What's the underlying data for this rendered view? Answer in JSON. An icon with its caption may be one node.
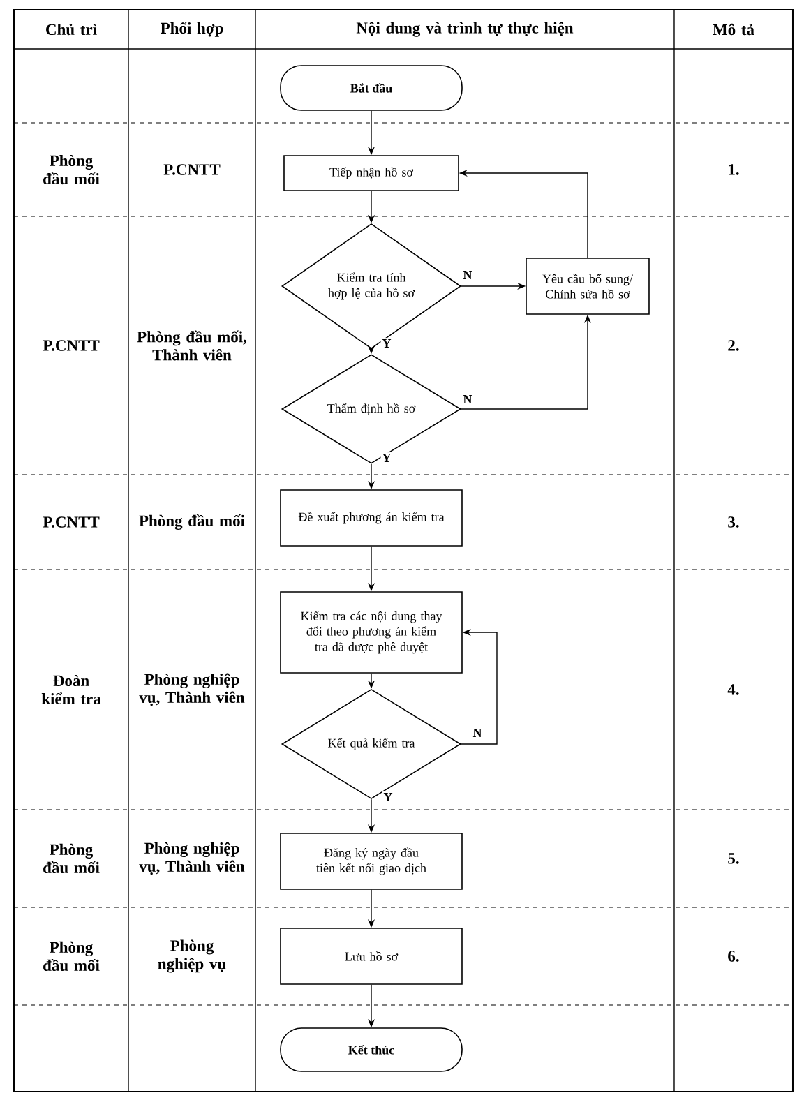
{
  "diagram": {
    "nodes": [
      {
        "text": [
          "Bắt đầu"
        ]
      },
      {
        "text": [
          "Tiếp nhận hồ sơ"
        ]
      },
      {
        "text": [
          "Kiểm tra tính hợp lệ của hồ sơ"
        ]
      },
      {
        "text": [
          "Yêu cầu bổ sung/ Chỉnh sửa hồ sơ"
        ]
      },
      {
        "text": [
          "Thẩm định hồ sơ"
        ]
      },
      {
        "text": [
          "Đề xuất phương án kiểm tra"
        ]
      },
      {
        "text": [
          "Kiểm tra các nội dung thay đổi theo phương án kiểm tra đã được phê duyệt"
        ]
      },
      {
        "text": [
          "Kết quả kiểm tra"
        ]
      },
      {
        "text": [
          "Đăng ký ngày đầu tiên kết nối giao dịch"
        ]
      },
      {
        "text": [
          "Lưu hồ sơ"
        ]
      },
      {
        "text": [
          "Kết thúc"
        ]
      }
    ],
    "edges": [
      {
        "from": 0,
        "to": 1,
        "arrow": "to"
      },
      {
        "from": 1,
        "to": 2,
        "arrow": "to"
      },
      {
        "from": 2,
        "to": 3,
        "arrow": "to",
        "label": "N"
      },
      {
        "from": 2,
        "to": 4,
        "arrow": "to",
        "label": "Y"
      },
      {
        "from": 4,
        "to": 3,
        "arrow": "to",
        "label": "N"
      },
      {
        "from": 3,
        "to": 1,
        "arrow": "to"
      },
      {
        "from": 4,
        "to": 5,
        "arrow": "to",
        "label": "Y"
      },
      {
        "from": 5,
        "to": 6,
        "arrow": "to"
      },
      {
        "from": 6,
        "to": 7,
        "arrow": "to"
      },
      {
        "from": 7,
        "to": 6,
        "arrow": "to",
        "label": "N"
      },
      {
        "from": 7,
        "to": 8,
        "arrow": "to",
        "label": "Y"
      },
      {
        "from": 8,
        "to": 9,
        "arrow": "to"
      },
      {
        "from": 9,
        "to": 10,
        "arrow": "to"
      }
    ],
    "labels": [
      "Chủ trì",
      "Phối hợp",
      "Nội dung và trình tự thực hiện",
      "Mô tả",
      "Phòng đầu mối",
      "P.CNTT",
      "1.",
      "P.CNTT",
      "Phòng đầu mối, Thành viên",
      "2.",
      "P.CNTT",
      "Phòng đầu mối",
      "3.",
      "Đoàn kiểm tra",
      "Phòng nghiệp vụ, Thành viên",
      "4.",
      "Phòng đầu mối",
      "Phòng nghiệp vụ, Thành viên",
      "5.",
      "Phòng đầu mối",
      "Phòng nghiệp vụ",
      "6."
    ]
  }
}
